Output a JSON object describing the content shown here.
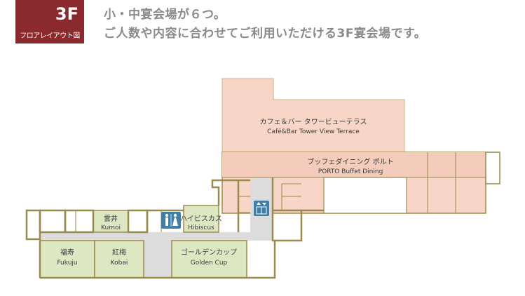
{
  "badge": {
    "floor": "3F",
    "caption": "フロアレイアウト図"
  },
  "heading": {
    "line1": "小・中宴会場が６つ。",
    "line2": "ご人数や内容に合わせてご利用いただける3F宴会場です。"
  },
  "rooms": {
    "cafe": {
      "jp": "カフェ＆バー タワービューテラス",
      "en": "Café&Bar Tower View Terrace"
    },
    "porto": {
      "jp": "ブッフェダイニング ポルト",
      "en": "PORTO Buffet Dining"
    },
    "hibiscus": {
      "jp": "ハイビスカス",
      "en": "Hibiscus"
    },
    "kumoi": {
      "jp": "雲井",
      "en": "Kumoi"
    },
    "fukuju": {
      "jp": "福寿",
      "en": "Fukuju"
    },
    "kobai": {
      "jp": "紅梅",
      "en": "Kobai"
    },
    "golden": {
      "jp": "ゴールデンカップ",
      "en": "Golden Cup"
    }
  },
  "icons": [
    "restroom-icon",
    "elevator-icon"
  ],
  "colors": {
    "badge": "#8a2a2e",
    "restaurant": "#f7d6c8",
    "banquet": "#dde8c2",
    "corridor": "#dcdcdc",
    "wall": "#9b8a4e",
    "facility_icon": "#3f7fa6"
  }
}
